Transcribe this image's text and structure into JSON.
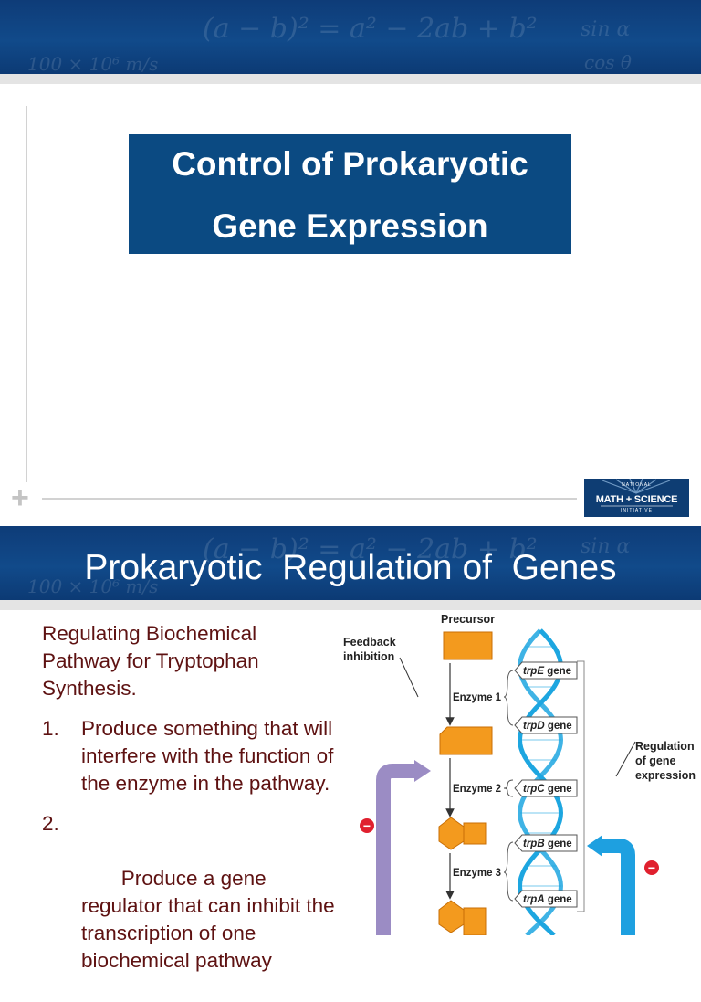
{
  "slide1": {
    "title_line1": "Control of Prokaryotic",
    "title_line2": "Gene Expression",
    "banner_equations": [
      "(a − b)² = a² − 2ab + b²",
      "sin α",
      "cos θ",
      "100 × 10⁶ m/s"
    ],
    "logo": {
      "national": "NATIONAL",
      "main": "MATH + SCIENCE",
      "initiative": "INITIATIVE"
    }
  },
  "slide2": {
    "title": "Prokaryotic  Regulation of  Genes",
    "intro": "Regulating Biochemical Pathway for Tryptophan Synthesis.",
    "items": [
      {
        "num": "1.",
        "text": "Produce something that will interfere with the function of the enzyme in the pathway."
      },
      {
        "num": "2.",
        "text": " Produce a gene regulator that can inhibit the transcription of one biochemical pathway"
      }
    ],
    "diagram": {
      "precursor": "Precursor",
      "feedback": [
        "Feedback",
        "inhibition"
      ],
      "regulation": [
        "Regulation",
        "of gene",
        "expression"
      ],
      "enzymes": [
        "Enzyme 1",
        "Enzyme 2",
        "Enzyme 3"
      ],
      "genes": [
        {
          "italic": "trpE",
          "suffix": " gene"
        },
        {
          "italic": "trpD",
          "suffix": " gene"
        },
        {
          "italic": "trpC",
          "suffix": " gene"
        },
        {
          "italic": "trpB",
          "suffix": " gene"
        },
        {
          "italic": "trpA",
          "suffix": " gene"
        }
      ],
      "minus": "−"
    }
  },
  "colors": {
    "banner": "#114a8a",
    "title_box": "#0b4a82",
    "body_text": "#5e1212",
    "shape_orange": "#f39a1e",
    "purple_arrow": "#9b8cc4",
    "blue_arrow": "#1ea0e0",
    "minus_red": "#e0202e",
    "dna_blue": "#1da6e0"
  }
}
